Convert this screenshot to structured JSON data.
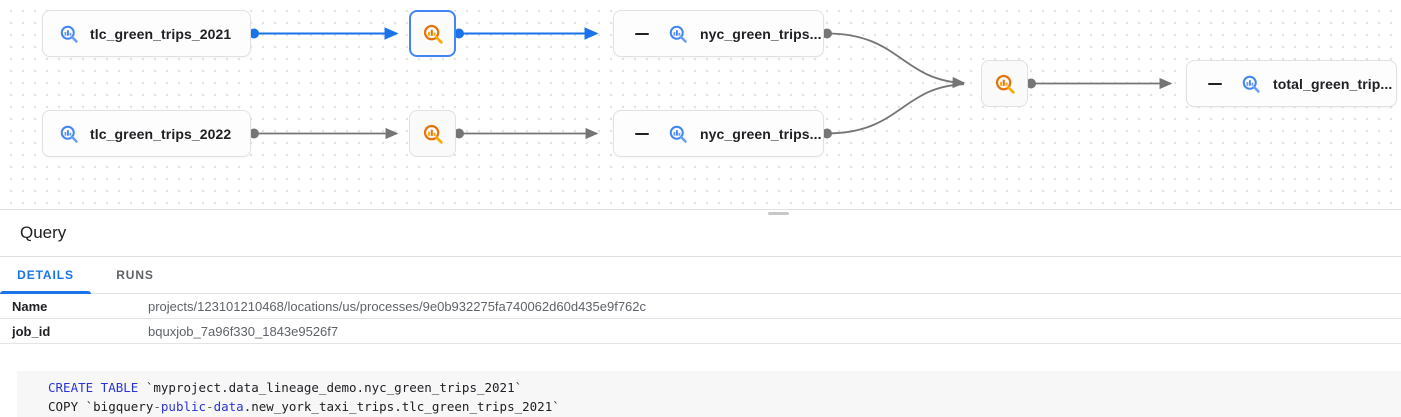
{
  "colors": {
    "accent_blue": "#1a73e8",
    "selected_border_blue": "#4285f4",
    "edge_gray": "#757575",
    "bigquery_blue": "#4285f4",
    "bigquery_blue_light": "#669df6",
    "process_orange": "#e8710a",
    "process_orange_light": "#f9ab00",
    "keyword_blue": "#2b35d5",
    "divider_gray": "#e0e0e0"
  },
  "graph": {
    "nodes": [
      {
        "label": "tlc_green_trips_2021"
      },
      {
        "label": "tlc_green_trips_2022"
      },
      {
        "label": "nyc_green_trips..."
      },
      {
        "label": "nyc_green_trips..."
      },
      {
        "label": "total_green_trip..."
      }
    ]
  },
  "panel": {
    "title": "Query",
    "tabs": [
      {
        "label": "DETAILS",
        "active": true
      },
      {
        "label": "RUNS",
        "active": false
      }
    ],
    "fields": [
      {
        "key": "Name",
        "value": "projects/123101210468/locations/us/processes/9e0b932275fa740062d60d435e9f762c"
      },
      {
        "key": "job_id",
        "value": "bquxjob_7a96f330_1843e9526f7"
      }
    ]
  },
  "code": {
    "lines": [
      {
        "segments": [
          {
            "text": "CREATE TABLE",
            "style": "kwd"
          },
          {
            "text": " `myproject.data_lineage_demo.nyc_green_trips_2021`",
            "style": "pln"
          }
        ]
      },
      {
        "segments": [
          {
            "text": "COPY `bigquery",
            "style": "pln"
          },
          {
            "text": "-",
            "style": "pun"
          },
          {
            "text": "public",
            "style": "kwd"
          },
          {
            "text": "-",
            "style": "pun"
          },
          {
            "text": "data",
            "style": "kwd"
          },
          {
            "text": ".new_york_taxi_trips.tlc_green_trips_2021`",
            "style": "pln"
          }
        ]
      }
    ]
  }
}
